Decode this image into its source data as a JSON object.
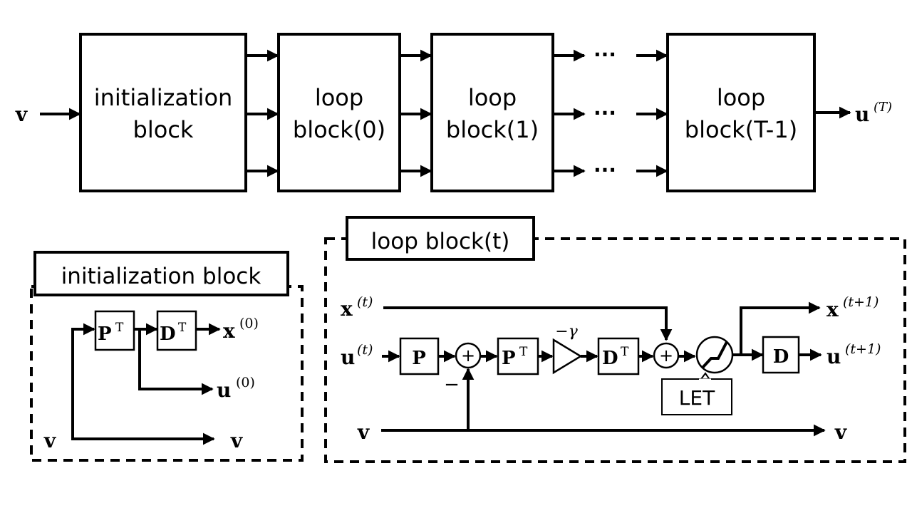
{
  "top": {
    "input": "v",
    "init_block": [
      "initialization",
      "block"
    ],
    "loop0": [
      "loop",
      "block(0)"
    ],
    "loop1": [
      "loop",
      "block(1)"
    ],
    "loopT": [
      "loop",
      "block(T-1)"
    ],
    "ellipsis": "···",
    "output_base": "u",
    "output_sup": "(T)"
  },
  "init_panel": {
    "title": "initialization block",
    "P": "P",
    "D": "D",
    "T": "T",
    "x_base": "x",
    "x_sup": "(0)",
    "u_base": "u",
    "u_sup": "(0)",
    "v_in": "v",
    "v_out": "v"
  },
  "loop_panel": {
    "title": "loop block(t)",
    "x_in_base": "x",
    "x_in_sup": "(t)",
    "u_in_base": "u",
    "u_in_sup": "(t)",
    "v_in": "v",
    "P": "P",
    "PT": "P",
    "DT": "D",
    "D": "D",
    "T": "T",
    "plus": "+",
    "minus": "−",
    "gain": "−γ",
    "let": "LET",
    "x_out_base": "x",
    "x_out_sup": "(t+1)",
    "u_out_base": "u",
    "u_out_sup": "(t+1)",
    "v_out": "v"
  }
}
